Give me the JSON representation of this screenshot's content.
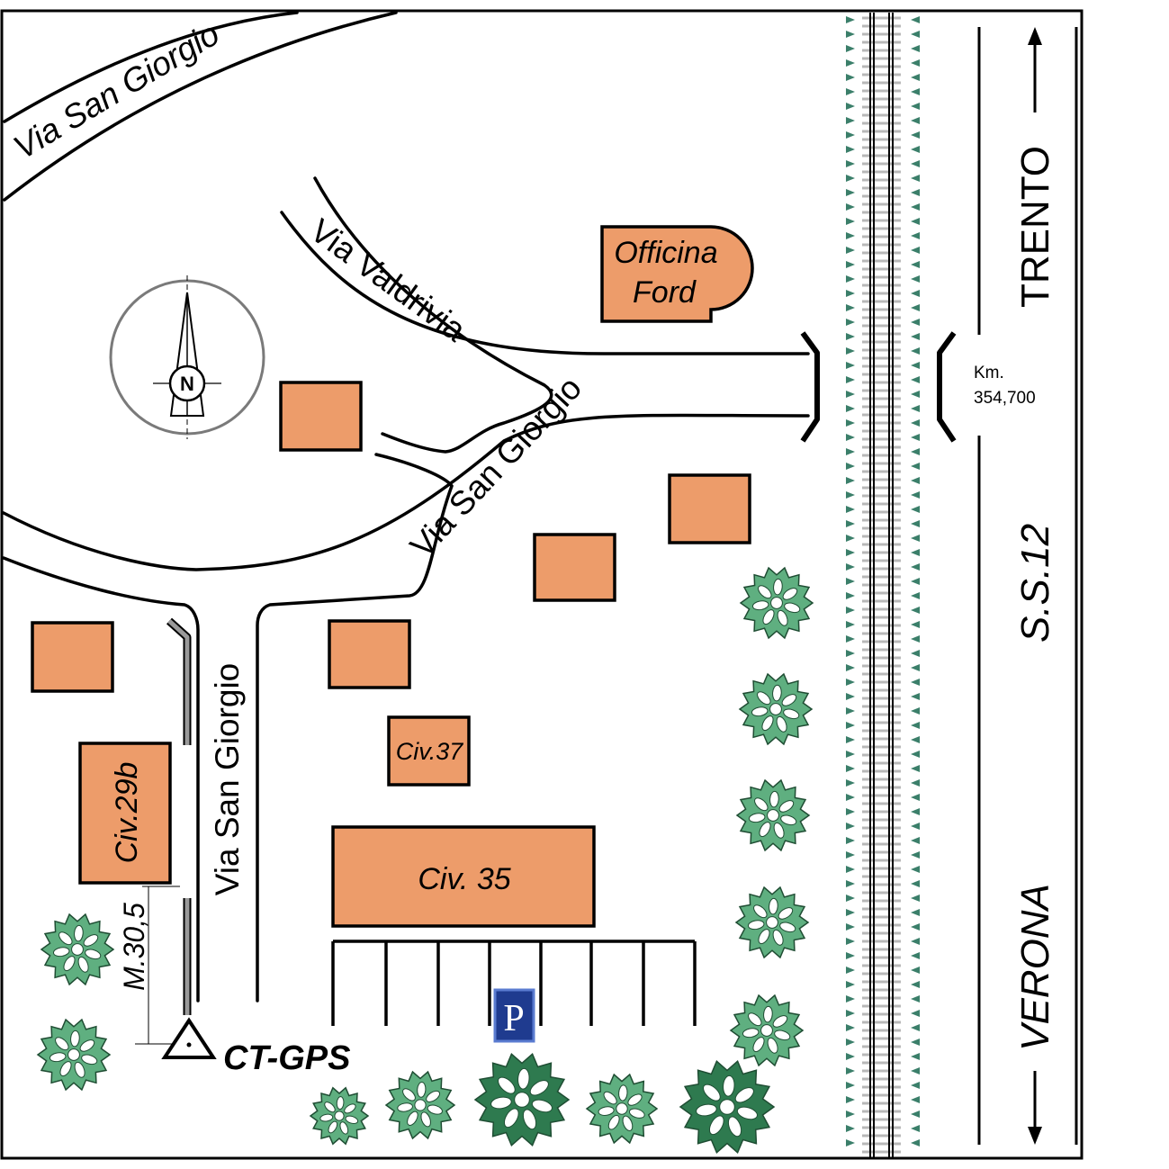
{
  "streets": {
    "via_san_giorgio_top": "Via San Giorgio",
    "via_valdrivia": "Via Valdrivia",
    "via_san_giorgio_mid": "Via San Giorgio",
    "via_san_giorgio_vertical": "Via San Giorgio"
  },
  "buildings": {
    "officina_ford_line1": "Officina",
    "officina_ford_line2": "Ford",
    "civ29b": "Civ.29b",
    "civ37": "Civ.37",
    "civ35": "Civ. 35"
  },
  "highway": {
    "route": "S.S.12",
    "north_direction": "TRENTO",
    "south_direction": "VERONA",
    "km_label": "Km.",
    "km_value": "354,700"
  },
  "benchmark": {
    "name": "CT-GPS",
    "distance": "M.30,5"
  },
  "compass": {
    "north_letter": "N"
  },
  "parking": {
    "symbol": "P"
  },
  "colors": {
    "building_fill": "#ED9C6A",
    "tree_light": "#5FAF80",
    "tree_dark": "#2E7A4F",
    "parking_blue": "#1F3B8F",
    "railway_tie": "#B8B8B8",
    "railway_hedge": "#3B7F6A"
  }
}
